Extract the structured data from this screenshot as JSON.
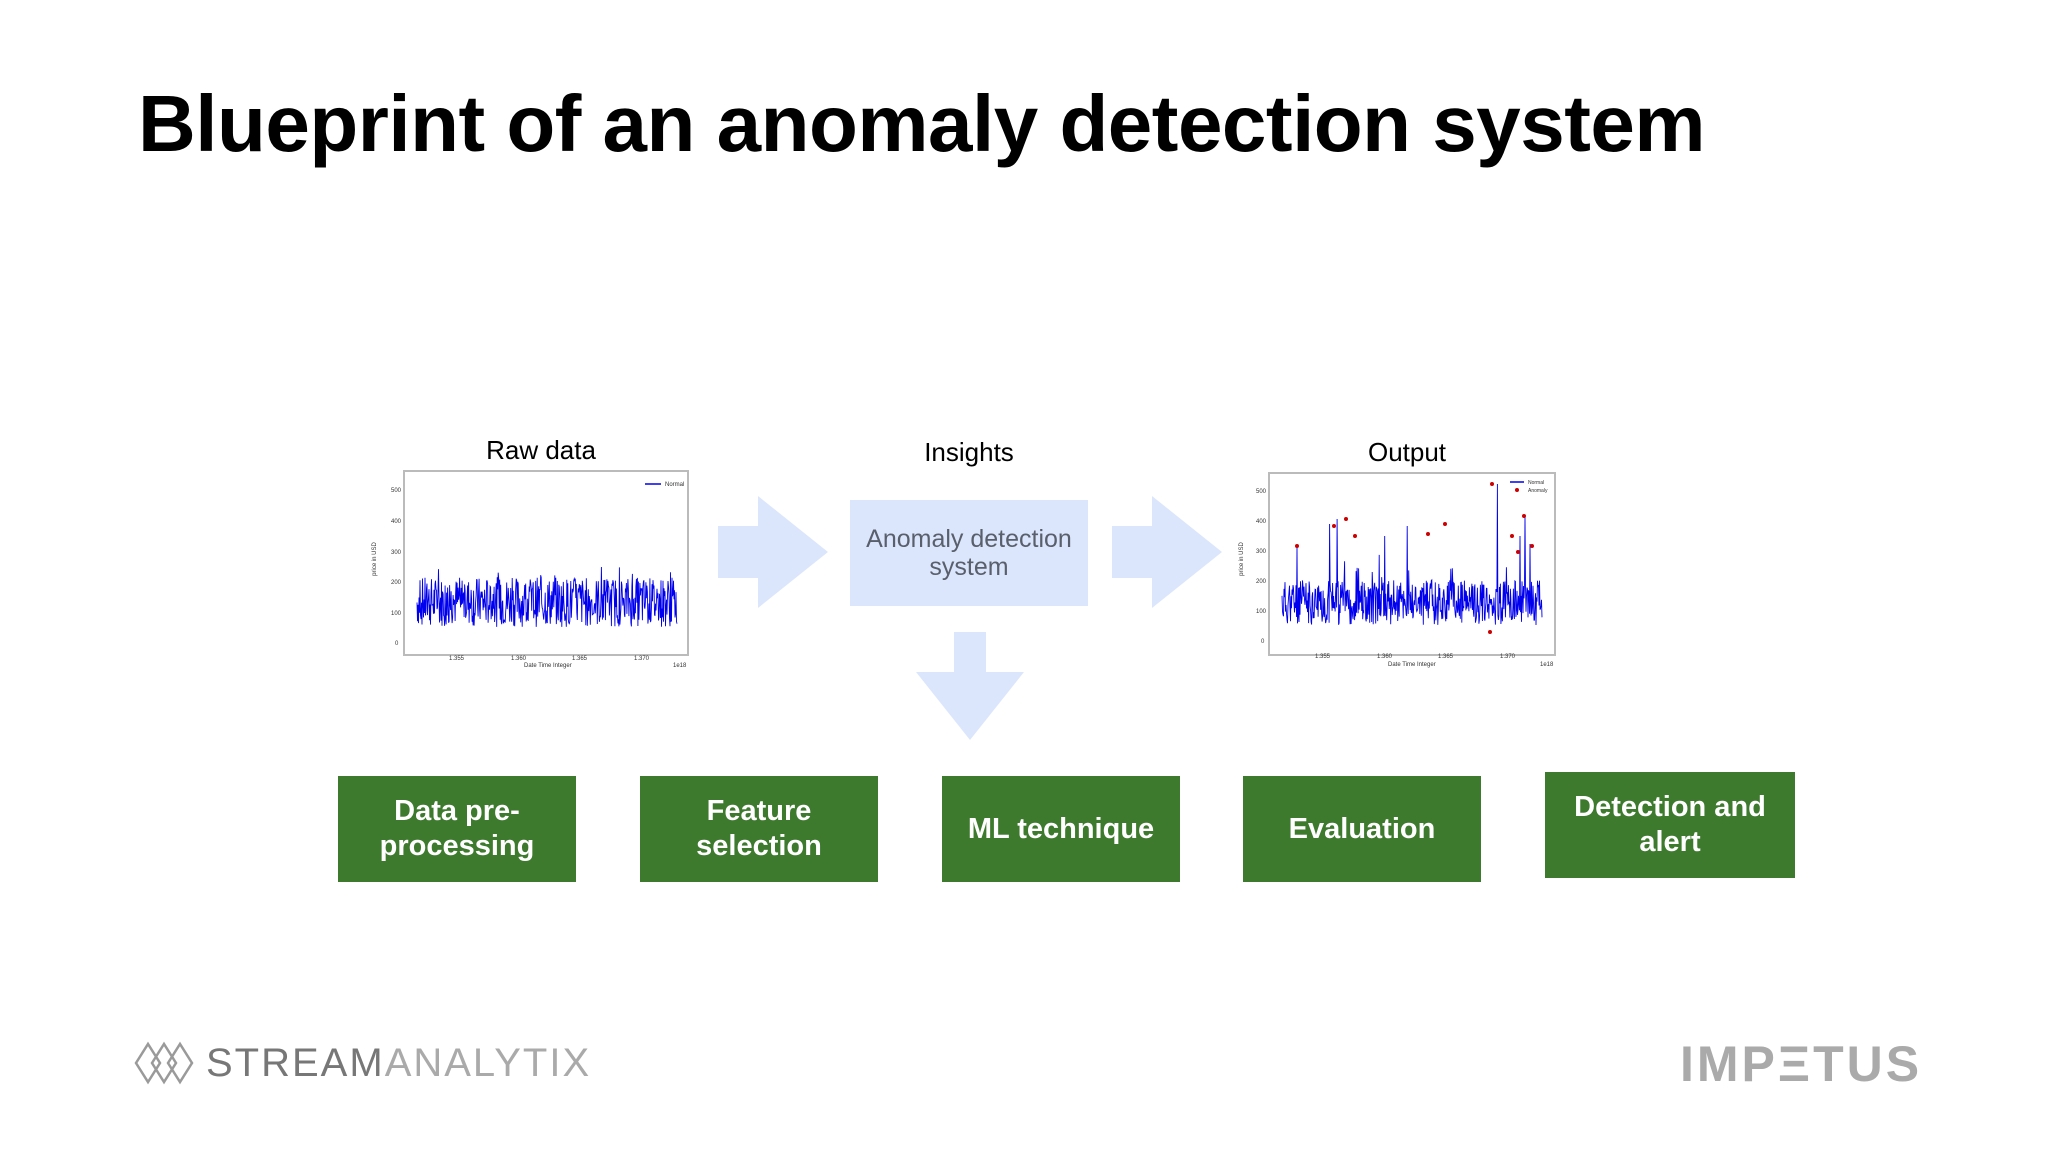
{
  "slide": {
    "title": "Blueprint of an anomaly detection system"
  },
  "diagram": {
    "captions": {
      "raw": "Raw data",
      "insights": "Insights",
      "output": "Output"
    },
    "center_box": "Anomaly detection system",
    "steps": [
      {
        "line1": "Data pre-",
        "line2": "processing"
      },
      {
        "line1": "Feature",
        "line2": "selection"
      },
      {
        "line1": "ML technique",
        "line2": ""
      },
      {
        "line1": "Evaluation",
        "line2": ""
      },
      {
        "line1": "Detection and",
        "line2": "alert"
      }
    ],
    "colors": {
      "arrow": "#dbe6fd",
      "box_fill": "#dbe6fd",
      "step_fill": "#3e7a2e",
      "series": "#0000ee",
      "anomaly": "#cc0000"
    }
  },
  "plots": {
    "raw": {
      "legend": [
        "Normal"
      ],
      "yticks": [
        "500",
        "400",
        "300",
        "200",
        "100",
        "0"
      ],
      "xticks": [
        "1.355",
        "1.360",
        "1.365",
        "1.370"
      ],
      "xlabel": "Date Time Integer",
      "ylabel": "price in USD",
      "exponent": "1e18"
    },
    "output": {
      "legend": [
        "Normal",
        "Anomaly"
      ],
      "yticks": [
        "500",
        "400",
        "300",
        "200",
        "100",
        "0"
      ],
      "xticks": [
        "1.355",
        "1.360",
        "1.365",
        "1.370"
      ],
      "xlabel": "Date Time Integer",
      "ylabel": "price in USD",
      "exponent": "1e18"
    }
  },
  "footer": {
    "logo_left_strong": "STREAM",
    "logo_left_light": "ANALYTIX",
    "logo_right": "IMPΞTUS"
  }
}
